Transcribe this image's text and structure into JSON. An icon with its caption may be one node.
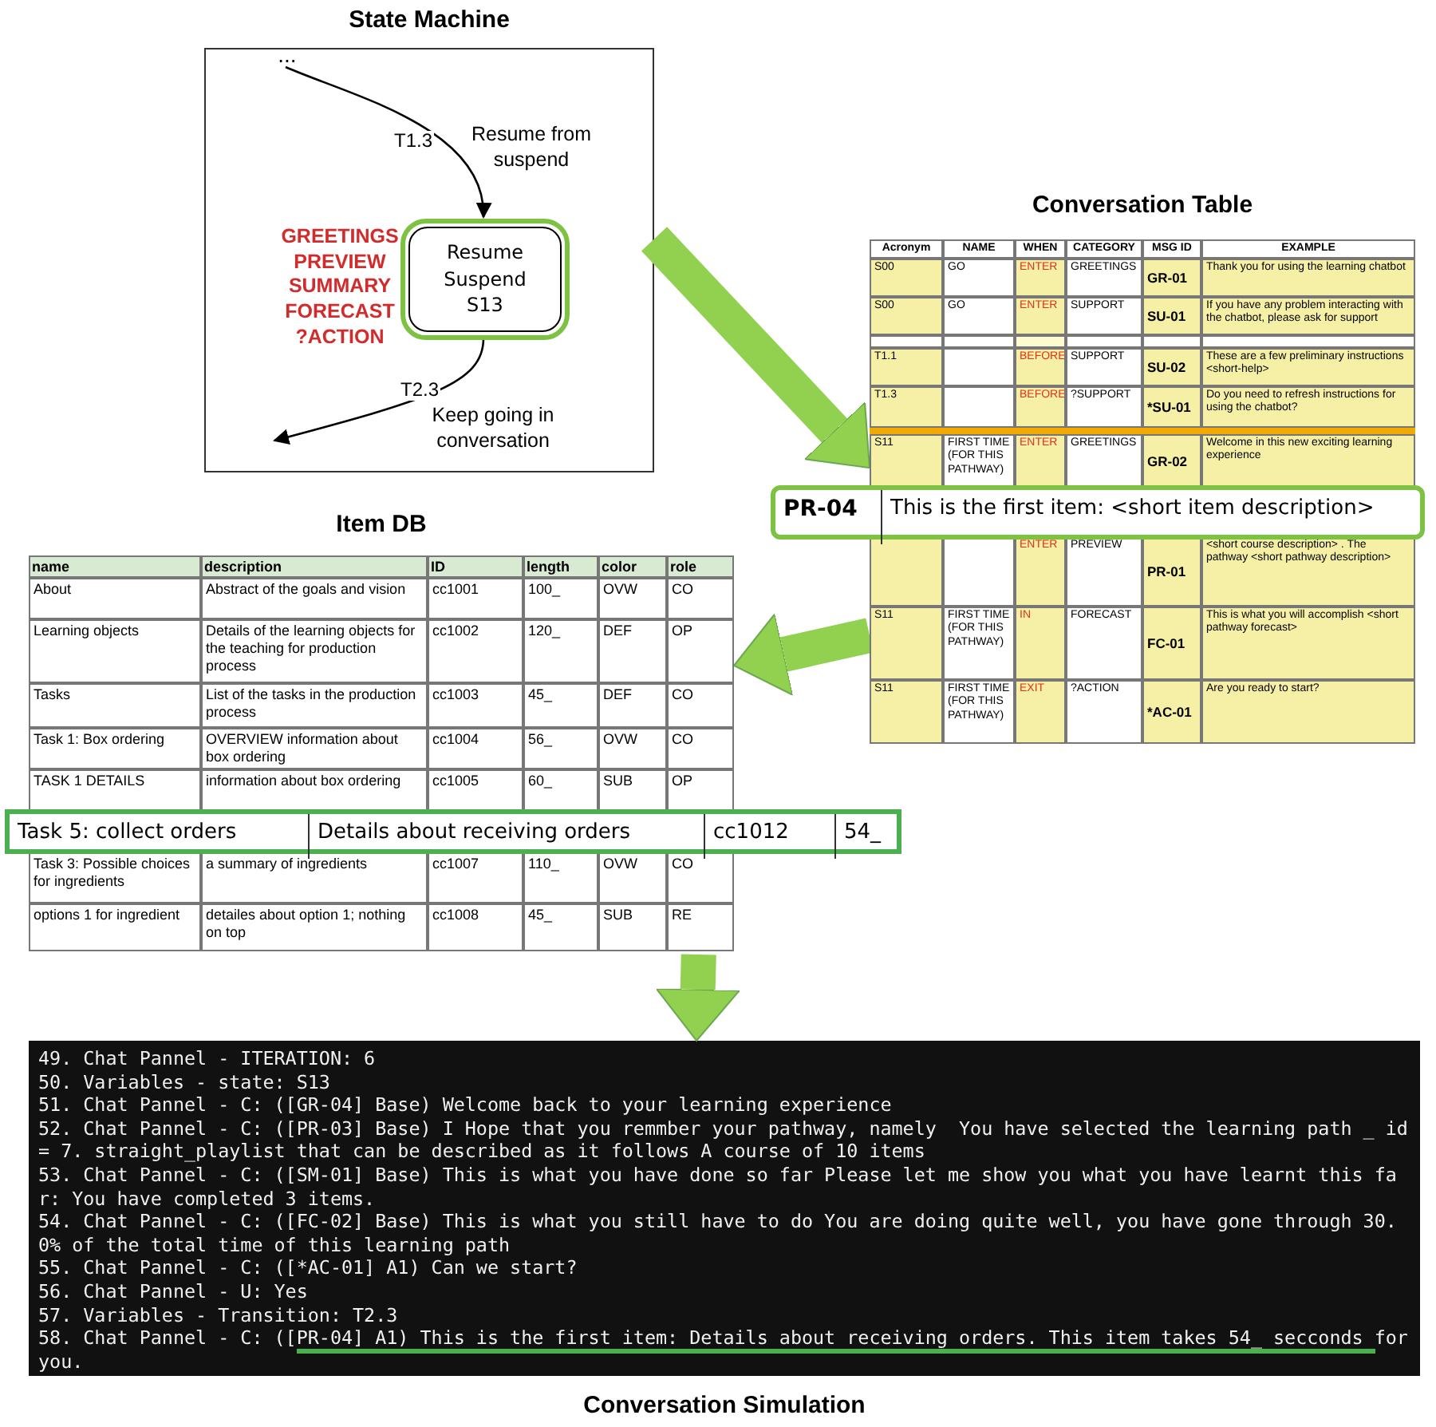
{
  "diagram": {
    "nodes": [
      {
        "text": [
          "State Machine"
        ]
      },
      {
        "text": [
          "..."
        ],
        "in": 0
      },
      {
        "text": [
          "Resume Suspend S13"
        ],
        "in": 0,
        "beside": [
          "GREETINGS PREVIEW SUMMARY FORECAST ?ACTION"
        ]
      },
      {
        "text": [
          "Conversation Table"
        ]
      },
      {
        "text": [
          "PR-04",
          "This is the first item: <short item description>"
        ]
      },
      {
        "text": [
          "Item DB"
        ]
      },
      {
        "text": [
          "Task 5: collect orders",
          "Details about receiving orders",
          "cc1012",
          "54_"
        ]
      },
      {
        "text": [
          "Conversation Simulation"
        ]
      }
    ],
    "edges": [
      {
        "from": 1,
        "to": 2,
        "arrow": "to",
        "label": "T1.3",
        "color": "#000000"
      },
      {
        "from": 2,
        "to": null,
        "arrow": "to",
        "label": "T2.3",
        "color": "#000000"
      },
      {
        "from": 0,
        "to": 3,
        "arrow": "to"
      },
      {
        "from": 3,
        "to": 5,
        "arrow": "to"
      },
      {
        "from": 5,
        "to": 7,
        "arrow": "to"
      }
    ],
    "labels": [
      "Resume from suspend",
      "Keep going in conversation",
      "Acronym",
      "NAME",
      "WHEN",
      "CATEGORY",
      "MSG ID",
      "EXAMPLE",
      "S00",
      "GO",
      "ENTER",
      "GREETINGS",
      "GR-01",
      "Thank you for using the learning chatbot",
      "S00",
      "GO",
      "ENTER",
      "SUPPORT",
      "SU-01",
      "If you have any problem interacting with the chatbot, please ask for support",
      "T1.1",
      "BEFORE",
      "SUPPORT",
      "SU-02",
      "These are a few preliminary instructions <short-help>",
      "T1.3",
      "BEFORE",
      "?SUPPORT",
      "*SU-01",
      "Do you need to refresh instructions for using the chatbot?",
      "S11",
      "FIRST TIME (FOR THIS PATHWAY)",
      "ENTER",
      "GREETINGS",
      "GR-02",
      "Welcome in this new exciting learning experience",
      "ENTER",
      "PREVIEW",
      "PR-01",
      "<short course description> . The pathway <short pathway description>",
      "S11",
      "FIRST TIME (FOR THIS PATHWAY)",
      "IN",
      "FORECAST",
      "FC-01",
      "This is what you will accomplish <short pathway forecast>",
      "S11",
      "FIRST TIME (FOR THIS PATHWAY)",
      "EXIT",
      "?ACTION",
      "*AC-01",
      "Are you ready to start?",
      "name",
      "description",
      "ID",
      "length",
      "color",
      "role",
      "About",
      "Abstract of the goals and vision",
      "cc1001",
      "100_",
      "OVW",
      "CO",
      "Learning objects",
      "Details of the learning objects for the teaching for production process",
      "cc1002",
      "120_",
      "DEF",
      "OP",
      "Tasks",
      "List of the tasks in the production process",
      "cc1003",
      "45_",
      "DEF",
      "CO",
      "Task 1: Box ordering",
      "OVERVIEW information about box ordering",
      "cc1004",
      "56_",
      "OVW",
      "CO",
      "TASK 1 DETAILS",
      "information about box ordering",
      "cc1005",
      "60_",
      "SUB",
      "OP",
      "Task 3: Possible choices for ingredients",
      "a summary of ingredients",
      "cc1007",
      "110_",
      "OVW",
      "CO",
      "options 1 for ingredient",
      "detailes about option 1; nothing on top",
      "cc1008",
      "45_",
      "SUB",
      "RE",
      "49. Chat Pannel - ITERATION: 6",
      "50. Variables - state: S13",
      "51. Chat Pannel - C: ([GR-04] Base) Welcome back to your learning experience",
      "52. Chat Pannel - C: ([PR-03] Base) I Hope that you remmber your pathway, namely  You have selected the learning path _ id = 7. straight_playlist that can be described as it follows A course of 10 items",
      "53. Chat Pannel - C: ([SM-01] Base) This is what you have done so far Please let me show you what you have learnt this far: You have completed 3 items.",
      "54. Chat Pannel - C: ([FC-02] Base) This is what you still have to do You are doing quite well, you have gone through 30.0% of the total time of this learning path",
      "55. Chat Pannel - C: ([*AC-01] A1) Can we start?",
      "56. Chat Pannel - U: Yes",
      "57. Variables - Transition: T2.3",
      "58. Chat Pannel - C: ([PR-04] A1) This is the first item: Details about receiving orders. This item takes 54_ secconds for you."
    ]
  }
}
